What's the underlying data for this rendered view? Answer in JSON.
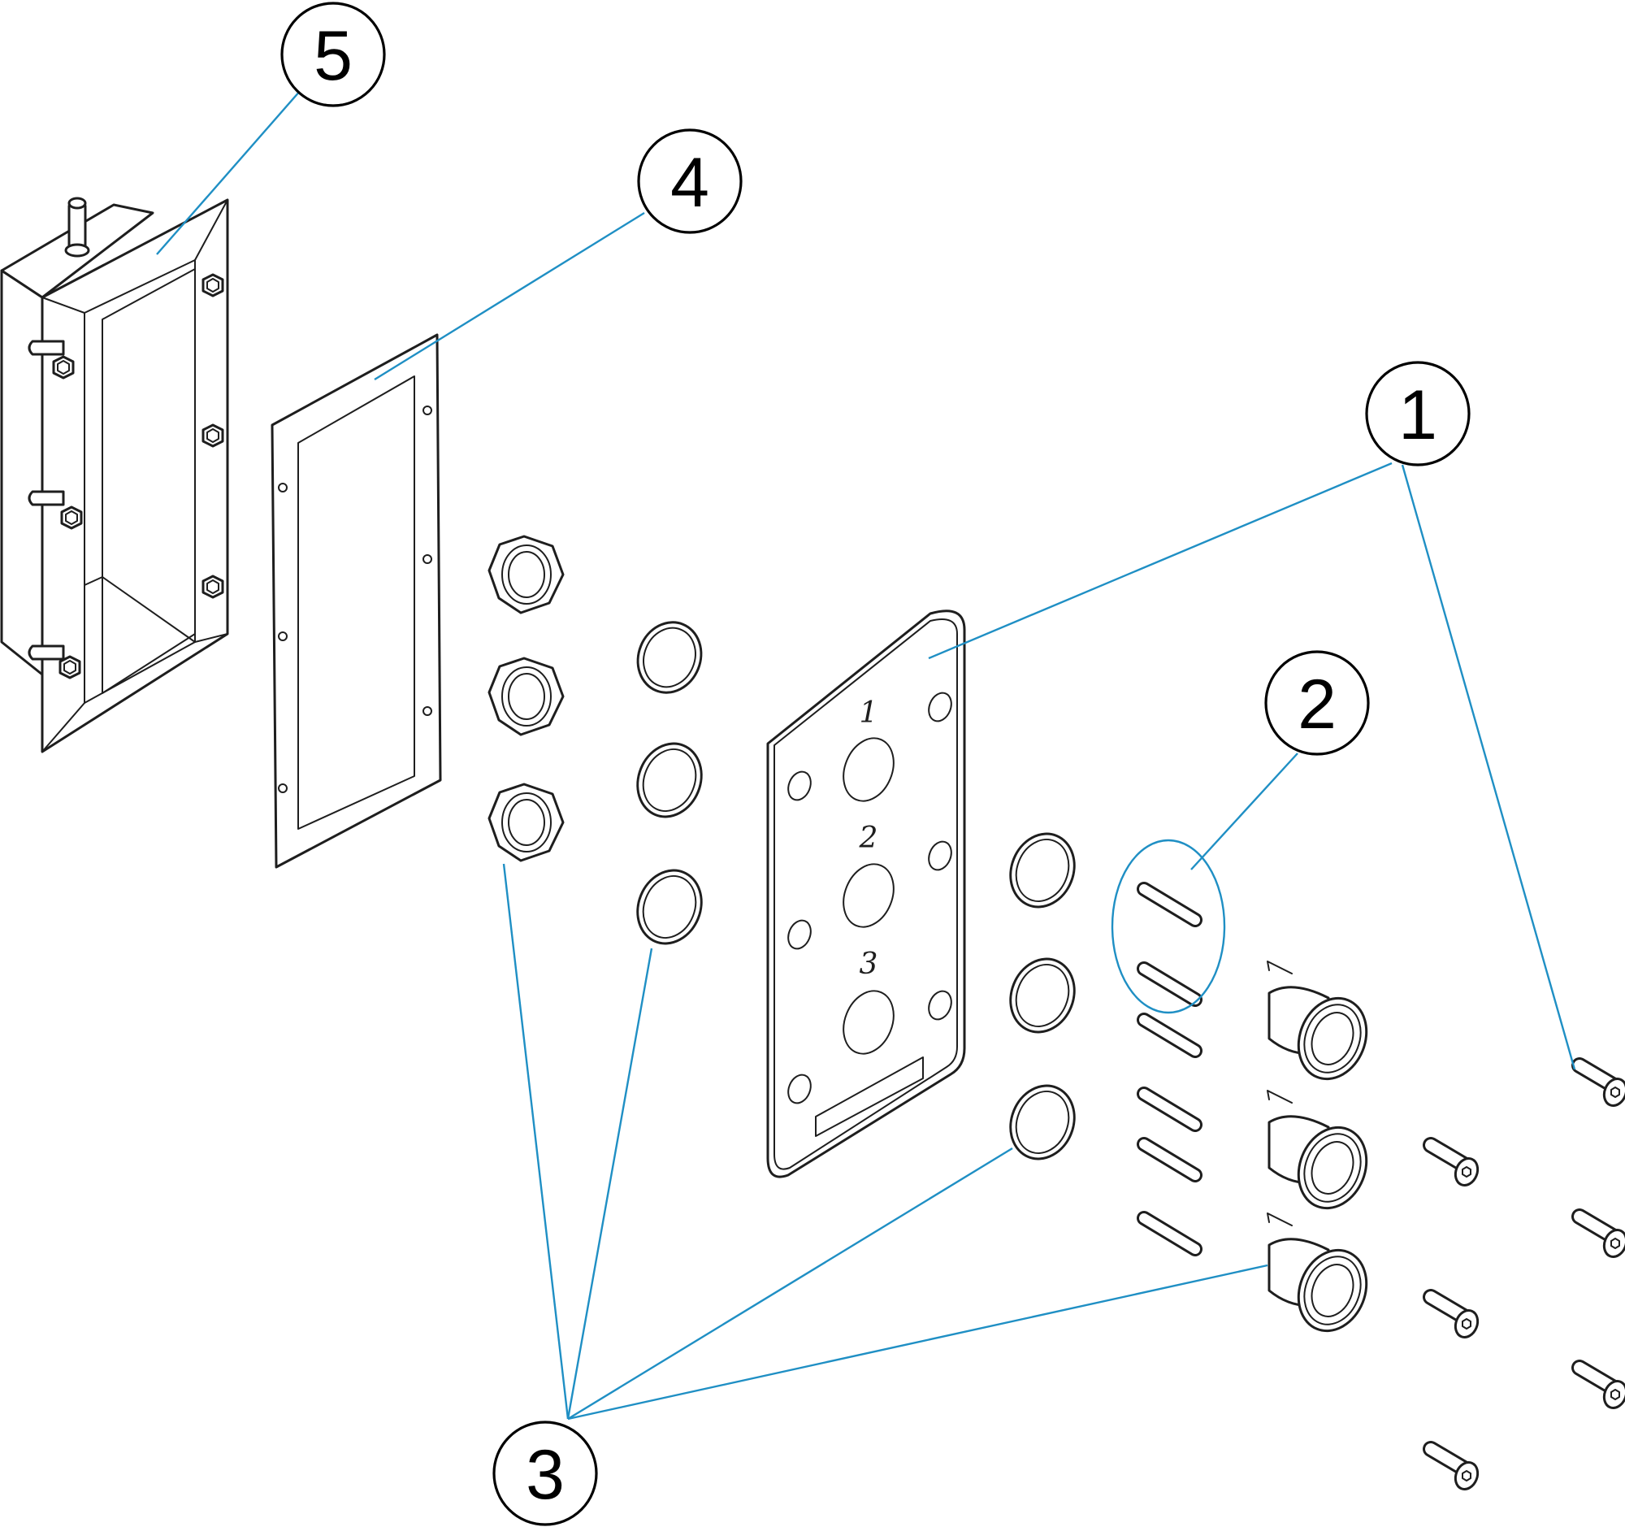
{
  "diagram": {
    "callouts": [
      {
        "id": "c5",
        "label": "5"
      },
      {
        "id": "c4",
        "label": "4"
      },
      {
        "id": "c1",
        "label": "1"
      },
      {
        "id": "c2",
        "label": "2"
      },
      {
        "id": "c3",
        "label": "3"
      }
    ],
    "plate_engravings": [
      "1",
      "2",
      "3"
    ],
    "colors": {
      "leader": "#1f8fc4",
      "line": "#1e1e1e",
      "background": "#ffffff"
    }
  }
}
